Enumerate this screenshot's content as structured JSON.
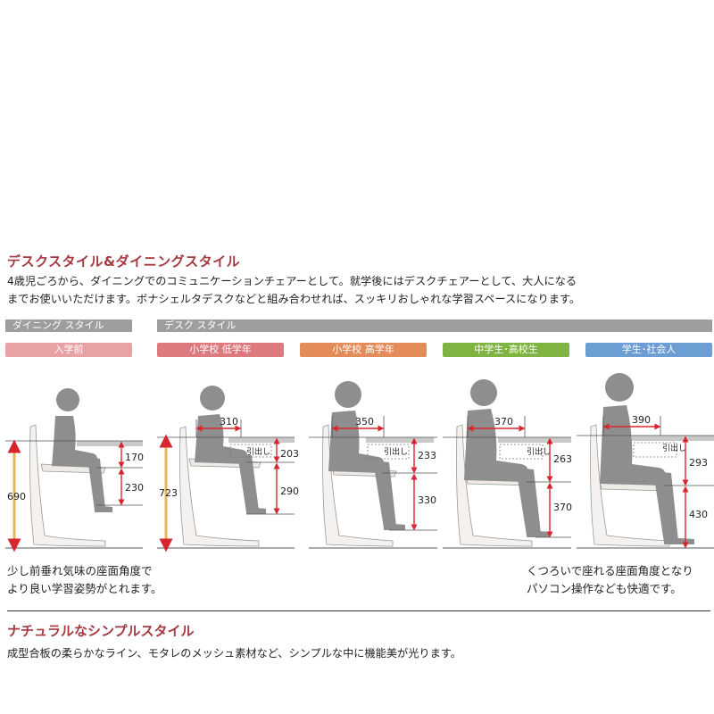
{
  "heading": "デスクスタイル&ダイニングスタイル",
  "lead": [
    "4歳児ごろから、ダイニングでのコミュニケーションチェアーとして。就学後にはデスクチェアーとして、大人になる",
    "までお使いいただけます。ボナシェルタデスクなどと組み合わせれば、スッキリおしゃれな学習スペースになります。"
  ],
  "bars": {
    "dining": "ダイニング スタイル",
    "desk": "デスク スタイル"
  },
  "stages": [
    {
      "label": "入学前",
      "color": "#e8a2a5"
    },
    {
      "label": "小学校 低学年",
      "color": "#dd7a7f"
    },
    {
      "label": "小学校 高学年",
      "color": "#e48c59"
    },
    {
      "label": "中学生･高校生",
      "color": "#7fb342"
    },
    {
      "label": "学生･社会人",
      "color": "#6c9dd3"
    }
  ],
  "figures": [
    {
      "total": "690",
      "upper": "170",
      "lower": "230"
    },
    {
      "total": "723",
      "depth": "310",
      "upper": "203",
      "lower": "290",
      "drawer": "引出し"
    },
    {
      "depth": "350",
      "upper": "233",
      "lower": "330",
      "drawer": "引出し"
    },
    {
      "depth": "370",
      "upper": "263",
      "lower": "370",
      "drawer": "引出し"
    },
    {
      "depth": "390",
      "upper": "293",
      "lower": "430",
      "drawer": "引出し"
    }
  ],
  "caption_left": [
    "少し前垂れ気味の座面角度で",
    "より良い学習姿勢がとれます。"
  ],
  "caption_right": [
    "くつろいで座れる座面角度となり",
    "パソコン操作なども快適です。"
  ],
  "heading2": "ナチュラルなシンプルスタイル",
  "body2": "成型合板の柔らかなライン、モタレのメッシュ素材など、シンプルな中に機能美が光ります。",
  "colors": {
    "accent": "#a5393f",
    "dimension": "#d8262e",
    "figure": "#8e8e8e",
    "chair": "#f4f1ee"
  }
}
